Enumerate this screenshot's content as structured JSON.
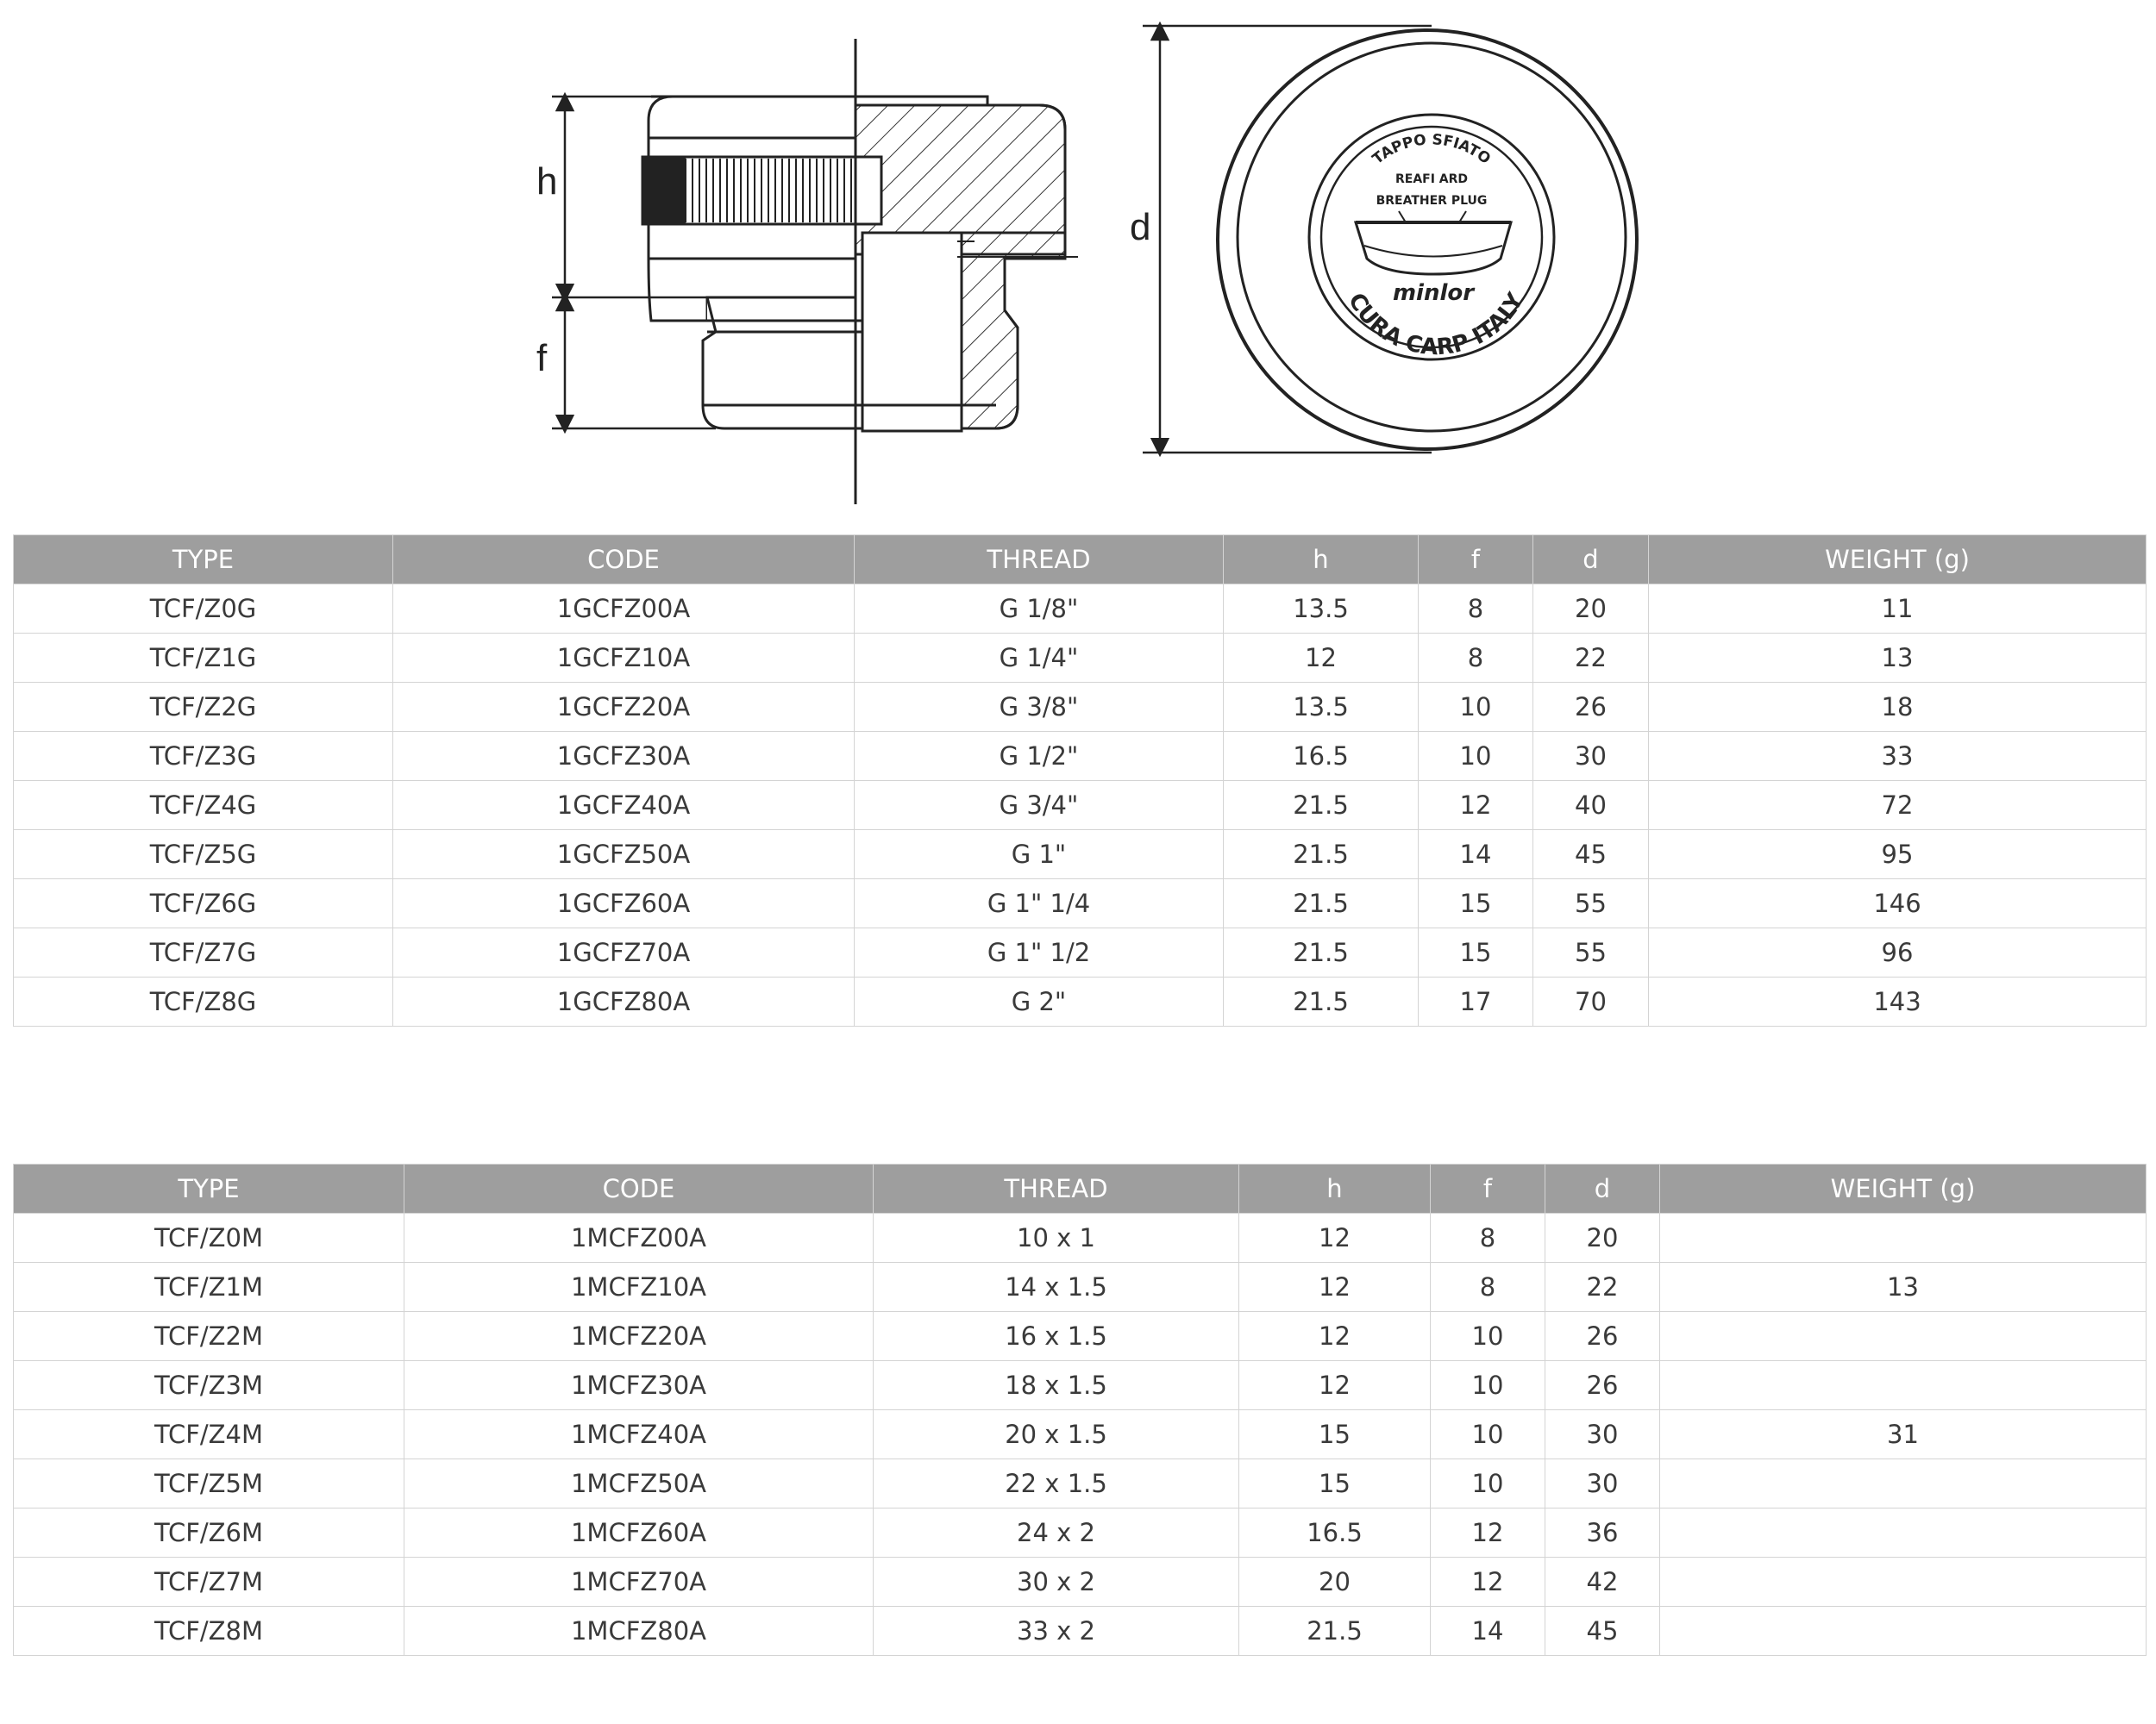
{
  "drawing": {
    "dim_labels": {
      "h": "h",
      "f": "f",
      "d": "d"
    },
    "seal": {
      "top_text": "TAPPO SFIATO",
      "line2": "REAFI ARD",
      "line3": "BREATHER PLUG",
      "brand": "minlor",
      "bottom_text": "CURA CARP ITALY"
    }
  },
  "table_g": {
    "headers": [
      "TYPE",
      "CODE",
      "THREAD",
      "h",
      "f",
      "d",
      "WEIGHT (g)"
    ],
    "rows": [
      [
        "TCF/Z0G",
        "1GCFZ00A",
        "G 1/8\"",
        "13.5",
        "8",
        "20",
        "11"
      ],
      [
        "TCF/Z1G",
        "1GCFZ10A",
        "G 1/4\"",
        "12",
        "8",
        "22",
        "13"
      ],
      [
        "TCF/Z2G",
        "1GCFZ20A",
        "G 3/8\"",
        "13.5",
        "10",
        "26",
        "18"
      ],
      [
        "TCF/Z3G",
        "1GCFZ30A",
        "G 1/2\"",
        "16.5",
        "10",
        "30",
        "33"
      ],
      [
        "TCF/Z4G",
        "1GCFZ40A",
        "G 3/4\"",
        "21.5",
        "12",
        "40",
        "72"
      ],
      [
        "TCF/Z5G",
        "1GCFZ50A",
        "G 1\"",
        "21.5",
        "14",
        "45",
        "95"
      ],
      [
        "TCF/Z6G",
        "1GCFZ60A",
        "G 1\" 1/4",
        "21.5",
        "15",
        "55",
        "146"
      ],
      [
        "TCF/Z7G",
        "1GCFZ70A",
        "G 1\" 1/2",
        "21.5",
        "15",
        "55",
        "96"
      ],
      [
        "TCF/Z8G",
        "1GCFZ80A",
        "G 2\"",
        "21.5",
        "17",
        "70",
        "143"
      ]
    ]
  },
  "table_m": {
    "headers": [
      "TYPE",
      "CODE",
      "THREAD",
      "h",
      "f",
      "d",
      "WEIGHT (g)"
    ],
    "rows": [
      [
        "TCF/Z0M",
        "1MCFZ00A",
        "10 x 1",
        "12",
        "8",
        "20",
        ""
      ],
      [
        "TCF/Z1M",
        "1MCFZ10A",
        "14 x 1.5",
        "12",
        "8",
        "22",
        "13"
      ],
      [
        "TCF/Z2M",
        "1MCFZ20A",
        "16 x 1.5",
        "12",
        "10",
        "26",
        ""
      ],
      [
        "TCF/Z3M",
        "1MCFZ30A",
        "18 x 1.5",
        "12",
        "10",
        "26",
        ""
      ],
      [
        "TCF/Z4M",
        "1MCFZ40A",
        "20 x 1.5",
        "15",
        "10",
        "30",
        "31"
      ],
      [
        "TCF/Z5M",
        "1MCFZ50A",
        "22 x 1.5",
        "15",
        "10",
        "30",
        ""
      ],
      [
        "TCF/Z6M",
        "1MCFZ60A",
        "24 x 2",
        "16.5",
        "12",
        "36",
        ""
      ],
      [
        "TCF/Z7M",
        "1MCFZ70A",
        "30 x 2",
        "20",
        "12",
        "42",
        ""
      ],
      [
        "TCF/Z8M",
        "1MCFZ80A",
        "33 x 2",
        "21.5",
        "14",
        "45",
        ""
      ]
    ]
  }
}
